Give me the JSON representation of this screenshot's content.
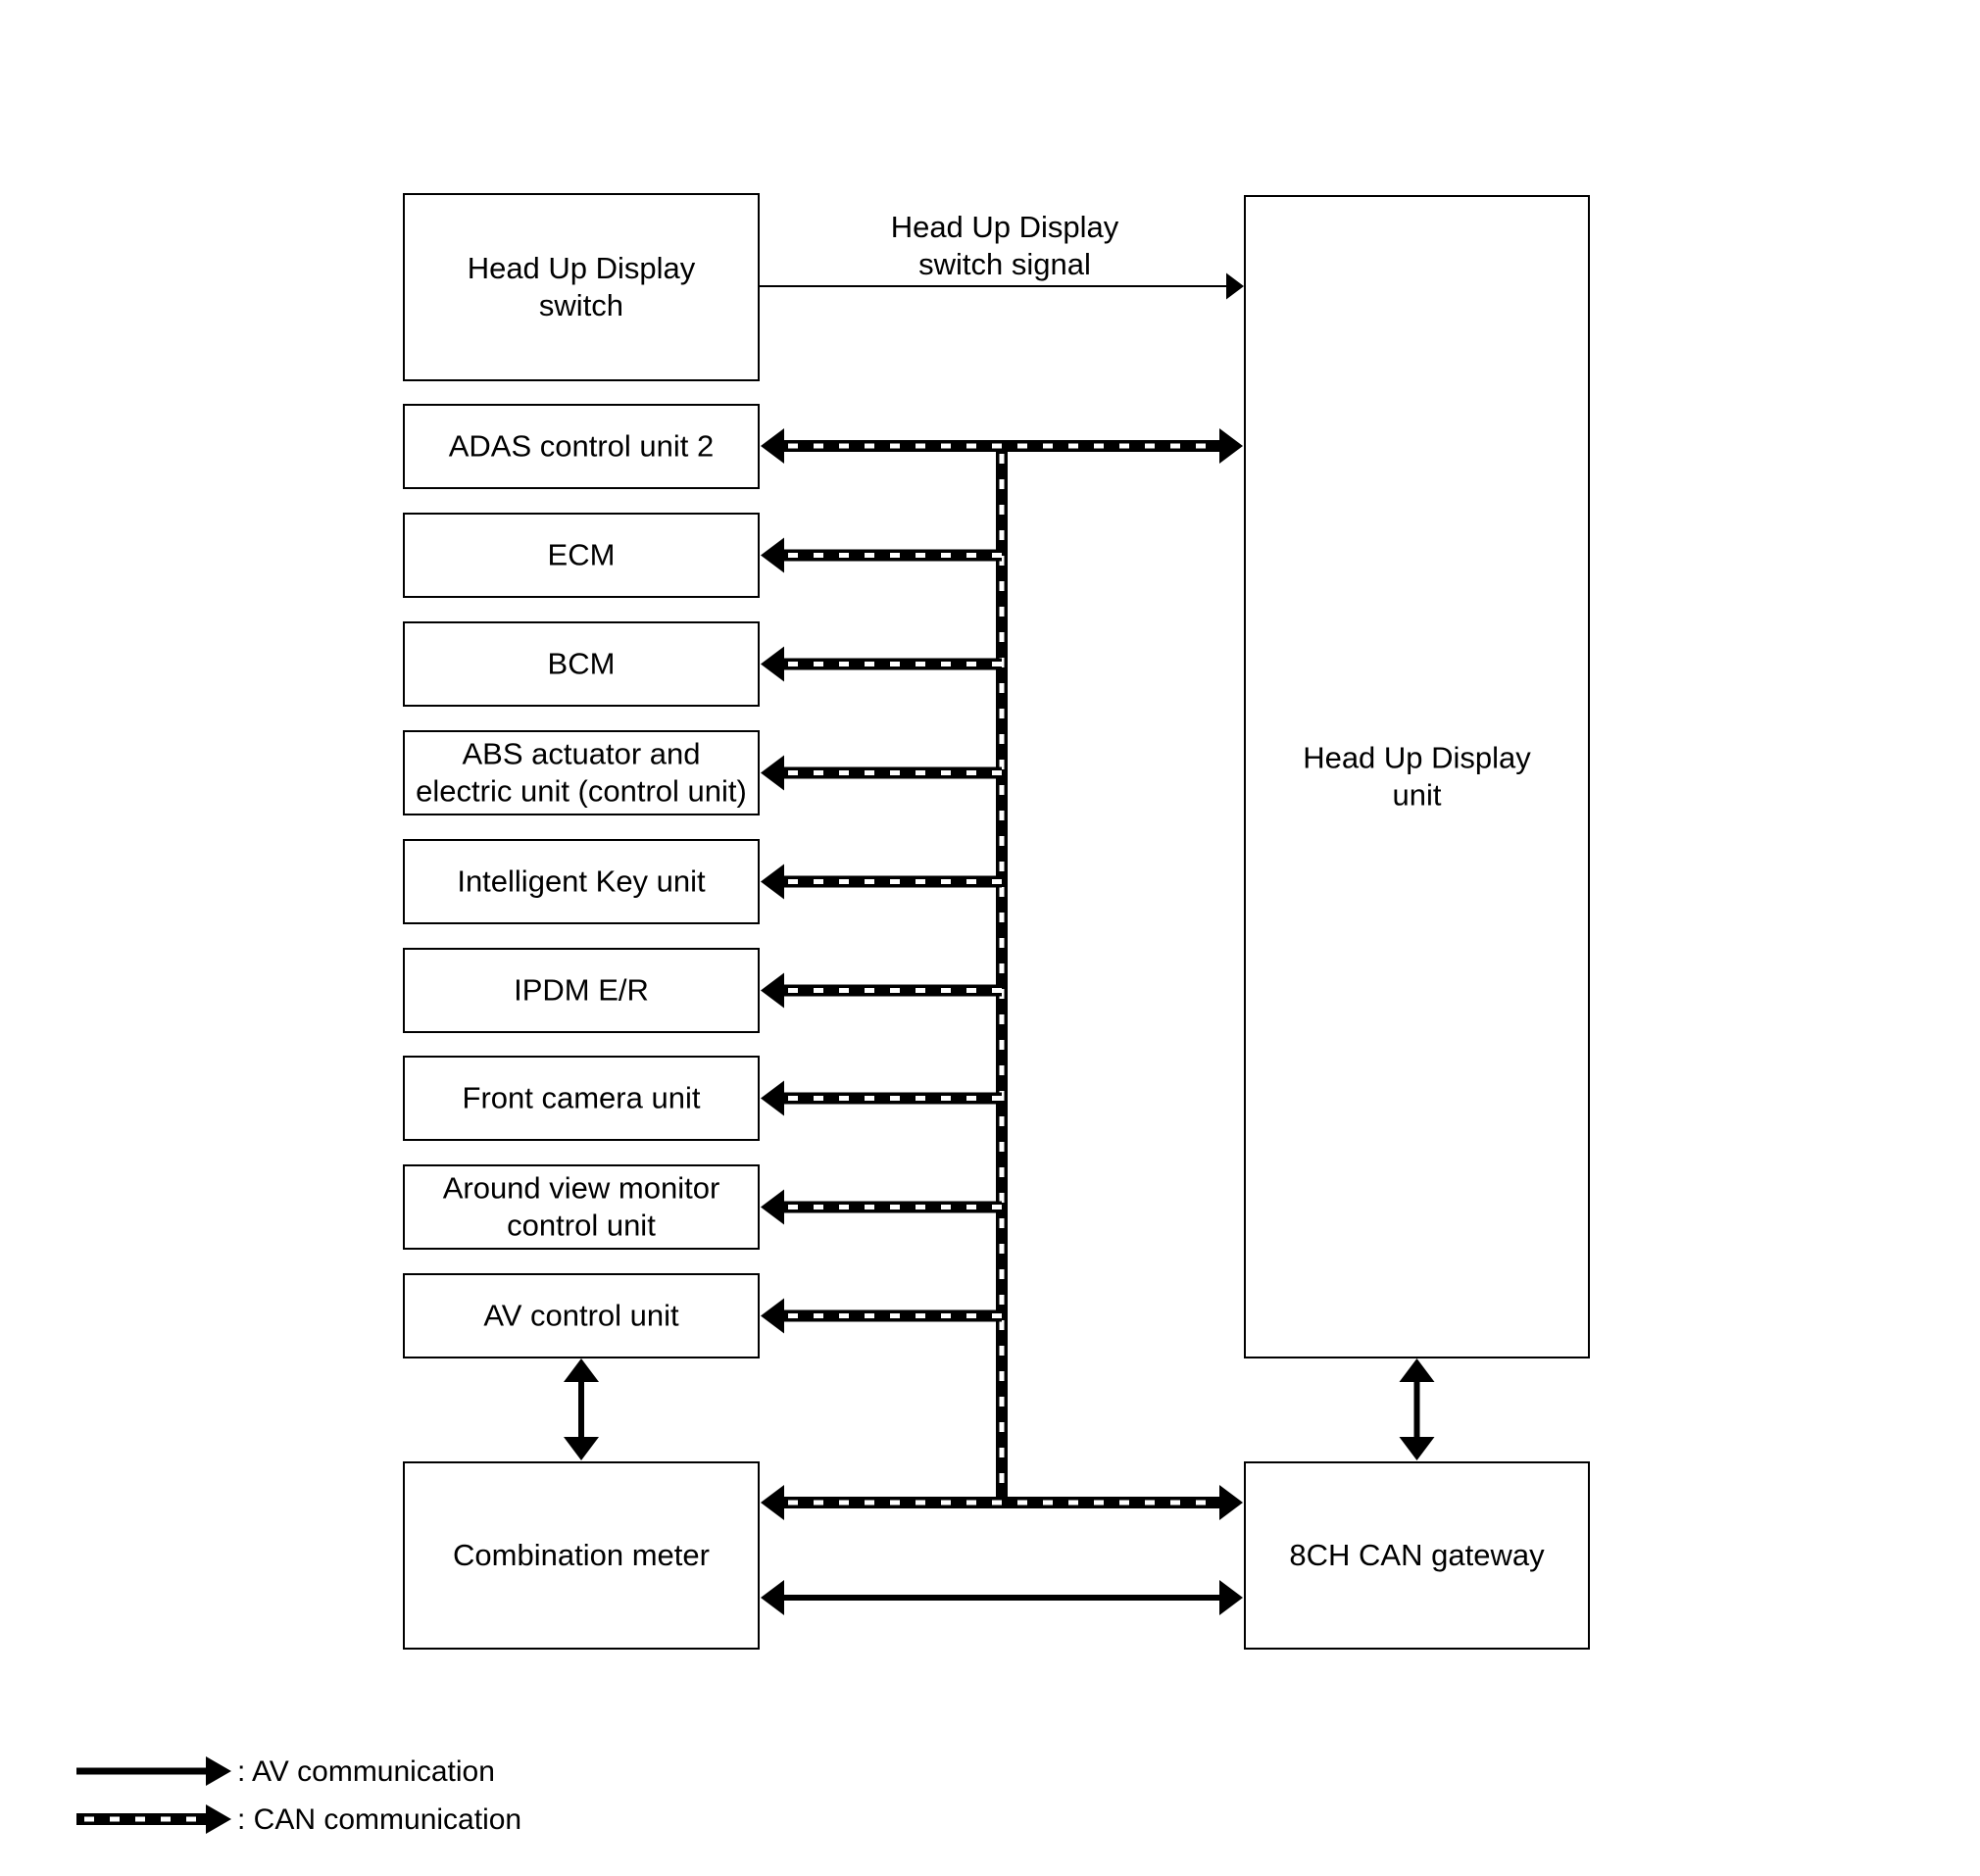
{
  "diagram": {
    "units": {
      "hud_switch": [
        "Head Up Display",
        "switch"
      ],
      "adas": [
        "ADAS control unit 2"
      ],
      "ecm": [
        "ECM"
      ],
      "bcm": [
        "BCM"
      ],
      "abs": [
        "ABS actuator and",
        "electric unit (control unit)"
      ],
      "ikey": [
        "Intelligent Key unit"
      ],
      "ipdm": [
        "IPDM E/R"
      ],
      "front_camera": [
        "Front camera unit"
      ],
      "avm": [
        "Around view monitor",
        "control unit"
      ],
      "av_control": [
        "AV control unit"
      ],
      "combination_meter": [
        "Combination meter"
      ],
      "hud_unit": [
        "Head Up Display",
        "unit"
      ],
      "can_gateway": [
        "8CH CAN gateway"
      ]
    },
    "signal_label": [
      "Head Up Display",
      "switch signal"
    ],
    "legend": [
      {
        "style": "av",
        "label": ": AV communication"
      },
      {
        "style": "can",
        "label": ": CAN communication"
      }
    ]
  }
}
